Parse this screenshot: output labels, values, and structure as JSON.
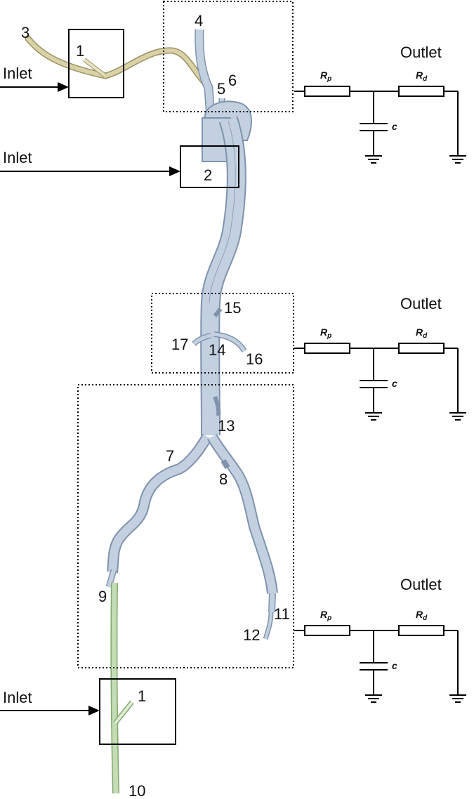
{
  "colors": {
    "vessel_fill": "#c3d0e0",
    "vessel_stroke": "#7f93ad",
    "inlet_vessel_upper": "#d9d2a8",
    "inlet_vessel_lower": "#c4ddb5",
    "line": "#000000"
  },
  "inlets": [
    {
      "label": "Inlet",
      "box_label": "1"
    },
    {
      "label": "Inlet",
      "box_label": "2"
    },
    {
      "label": "Inlet",
      "box_label": "1"
    }
  ],
  "outlets": [
    {
      "label": "Outlet",
      "rp": "R",
      "rp_sub": "p",
      "rd": "R",
      "rd_sub": "d",
      "c": "c"
    },
    {
      "label": "Outlet",
      "rp": "R",
      "rp_sub": "p",
      "rd": "R",
      "rd_sub": "d",
      "c": "c"
    },
    {
      "label": "Outlet",
      "rp": "R",
      "rp_sub": "p",
      "rd": "R",
      "rd_sub": "d",
      "c": "c"
    }
  ],
  "vessel_labels": {
    "n3": "3",
    "n4": "4",
    "n5": "5",
    "n6": "6",
    "n7": "7",
    "n8": "8",
    "n9": "9",
    "n10": "10",
    "n11": "11",
    "n12": "12",
    "n13": "13",
    "n14": "14",
    "n15": "15",
    "n16": "16",
    "n17": "17"
  }
}
